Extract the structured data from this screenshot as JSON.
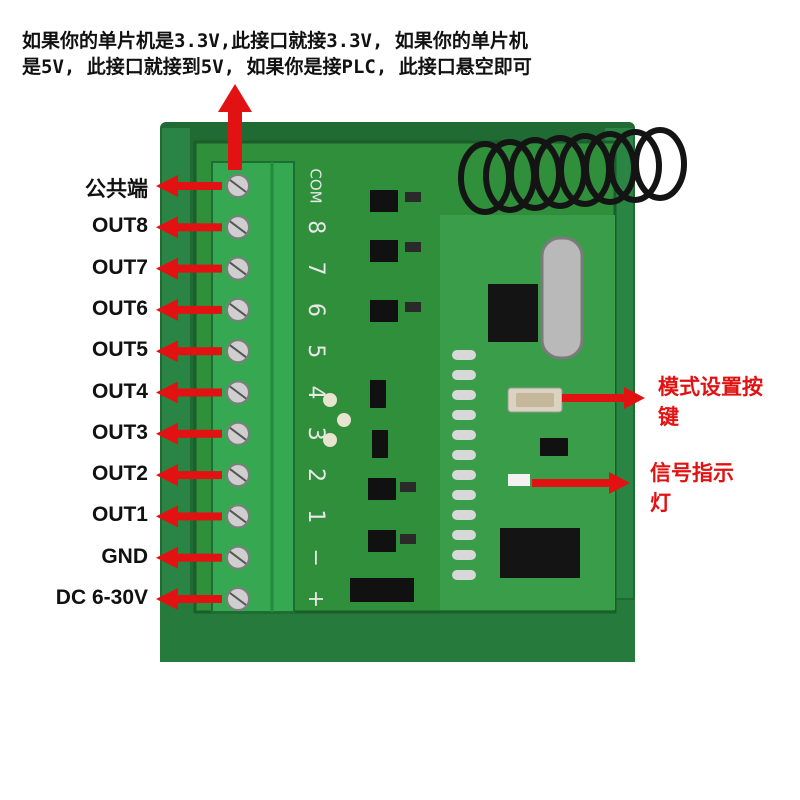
{
  "top_note": {
    "line1": "如果你的单片机是3.3V,此接口就接3.3V, 如果你的单片机",
    "line2": "是5V, 此接口就接到5V, 如果你是接PLC, 此接口悬空即可"
  },
  "terminal_labels": [
    "公共端",
    "OUT8",
    "OUT7",
    "OUT6",
    "OUT5",
    "OUT4",
    "OUT3",
    "OUT2",
    "OUT1",
    "GND",
    "DC 6-30V"
  ],
  "silkscreen_pins": [
    "COM",
    "8",
    "7",
    "6",
    "5",
    "4",
    "3",
    "2",
    "1",
    "−",
    "+"
  ],
  "callouts": {
    "mode_key": "模式设置按键",
    "signal_led": "信号指示灯"
  },
  "colors": {
    "arrow": "#e21212",
    "pcb": "#2f8f3b",
    "terminal_block": "#36a852",
    "din_case": "#1f6b33",
    "antenna": "#141414"
  }
}
